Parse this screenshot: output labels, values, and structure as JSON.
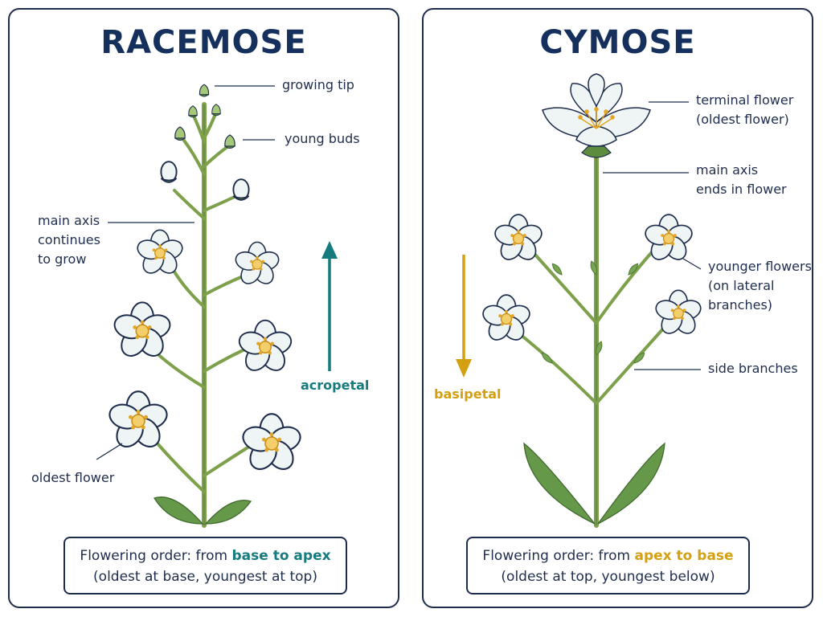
{
  "colors": {
    "outline": "#1f2d4d",
    "title": "#15305c",
    "stem": "#7da04a",
    "leaf": "#66984a",
    "petal": "#eef5f4",
    "stamen": "#e2a526",
    "acropetal": "#157b7e",
    "basipetal": "#d4a012"
  },
  "racemose": {
    "title": "RACEMOSE",
    "labels": {
      "growing_tip": "growing tip",
      "young_buds": "young buds",
      "main_axis": "main axis\ncontinues\nto grow",
      "oldest_flower": "oldest flower"
    },
    "arrow_label": "acropetal",
    "order_prefix": "Flowering order: from ",
    "order_highlight": "base to apex",
    "order_detail": "(oldest at base, youngest at top)"
  },
  "cymose": {
    "title": "CYMOSE",
    "labels": {
      "terminal_flower": "terminal flower\n(oldest flower)",
      "main_axis": "main axis\nends in flower",
      "younger_flowers": "younger flowers\n(on lateral\nbranches)",
      "side_branches": "side branches"
    },
    "arrow_label": "basipetal",
    "order_prefix": "Flowering order: from ",
    "order_highlight": "apex to base",
    "order_detail": "(oldest at top, youngest below)"
  }
}
